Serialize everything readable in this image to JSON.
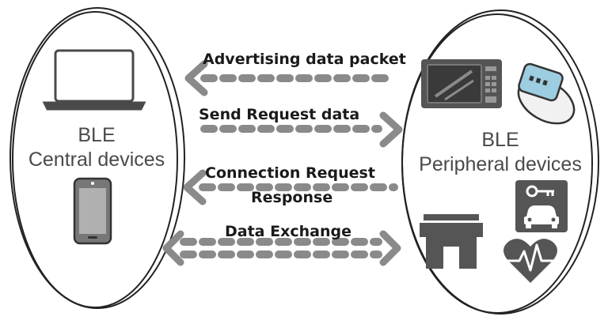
{
  "central": {
    "line1": "BLE",
    "line2": "Central devices",
    "icons": [
      "laptop-icon",
      "smartphone-icon"
    ]
  },
  "peripheral": {
    "line1": "BLE",
    "line2": "Peripheral devices",
    "icons": [
      "microwave-icon",
      "smartwatch-icon",
      "car-key-icon",
      "store-icon",
      "heart-rate-icon"
    ]
  },
  "messages": {
    "advertising": "Advertising data packet",
    "send_request": "Send Request data",
    "connection_line1": "Connection Request",
    "connection_line2": "Response",
    "data_exchange": "Data Exchange"
  },
  "colors": {
    "dash": "#8a8a8a",
    "icon_dark": "#555555",
    "outline": "#222222"
  }
}
